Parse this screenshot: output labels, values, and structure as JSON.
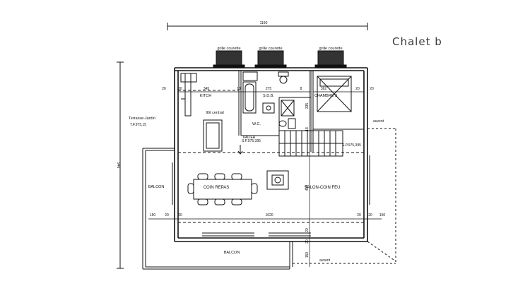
{
  "title": "Chalet b",
  "rooms": {
    "kitch": "KITCH",
    "sdb": "S.D.B.",
    "chambre": "CHAMBRE 3",
    "wc": "W.C.",
    "ilot": "Ilôt central",
    "palier": "PALIER",
    "coin_repas": "COIN REPAS",
    "salon": "SALON-COIN FEU",
    "balcon_left": "BALCON",
    "balcon_bottom": "BALCON",
    "terrasse": "Terrasse-Jardin"
  },
  "annotations": {
    "grille_1": "grille courette",
    "grille_2": "grille courette",
    "grille_3": "grille courette",
    "terrasse_level": "T.F.975,15",
    "palier_level": "S.P.975,395",
    "right_level": "S.P.975,395",
    "auvent_right": "auvent",
    "auvent_bottom": "auvent"
  },
  "dimensions": {
    "top_total": "1190",
    "left_total": "946",
    "d20_a": "20",
    "d20_b": "20",
    "d345": "345",
    "d10": "10",
    "d275": "275",
    "d8": "8",
    "d362": "362",
    "d20_c": "20",
    "d20_d": "20",
    "d335": "335",
    "d18": "18",
    "d410": "410",
    "d150_l": "150",
    "d20_e": "20",
    "d20_f": "20",
    "d1020": "1020",
    "d20_g": "20",
    "d20_h": "20",
    "d150_r": "150",
    "d20_i": "20",
    "d20_j": "20",
    "d150_b": "150"
  }
}
